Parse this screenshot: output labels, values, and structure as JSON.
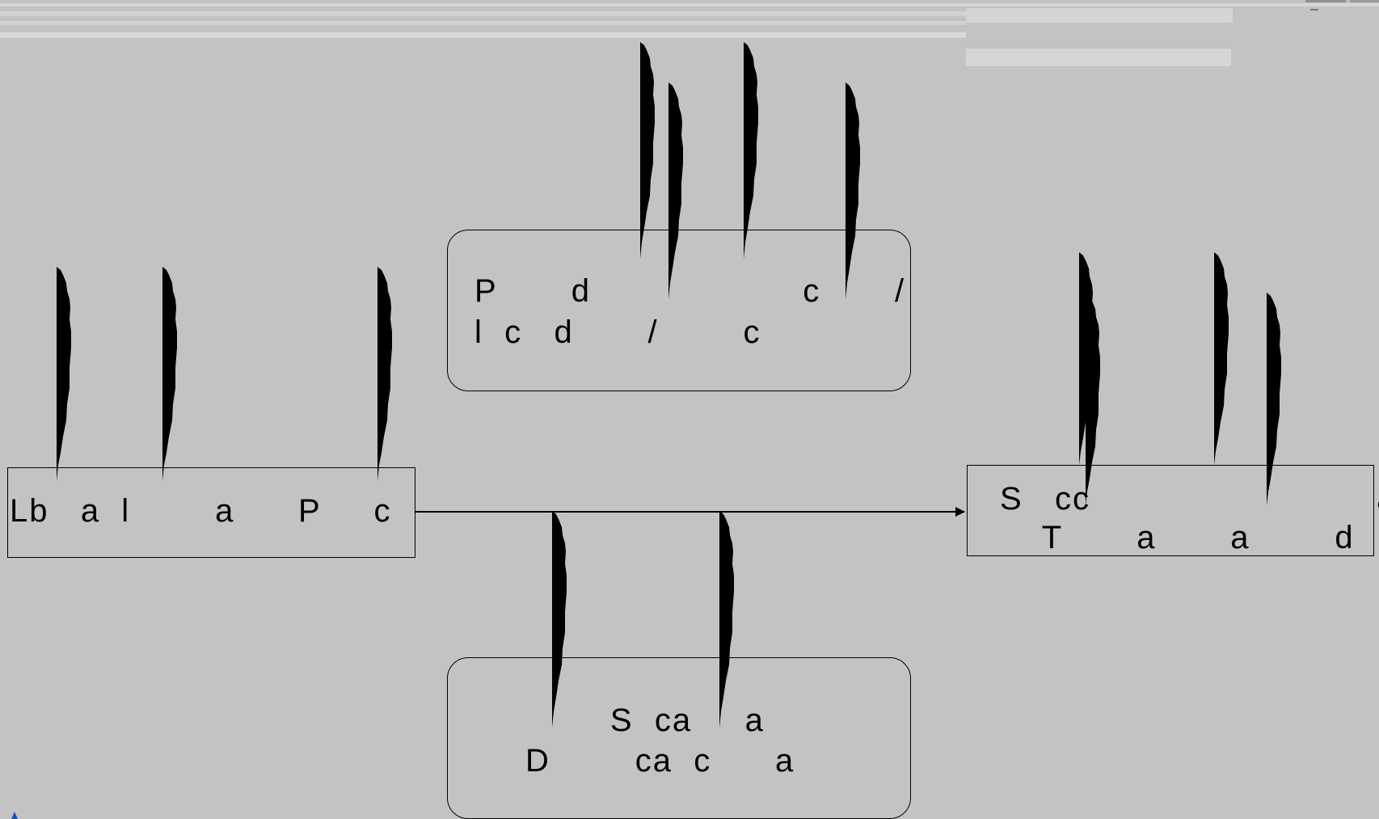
{
  "nodes": {
    "left": {
      "line1": "Lb   a  l        a      P     c"
    },
    "top": {
      "line1": "P       d                    c       /",
      "line2": "l  c   d       /        c"
    },
    "right": {
      "line1": "S   cc                           a",
      "line2": "    T       a       a        d"
    },
    "bottom": {
      "line1": "        S  ca     a",
      "line2": "D        ca  c      a"
    }
  }
}
